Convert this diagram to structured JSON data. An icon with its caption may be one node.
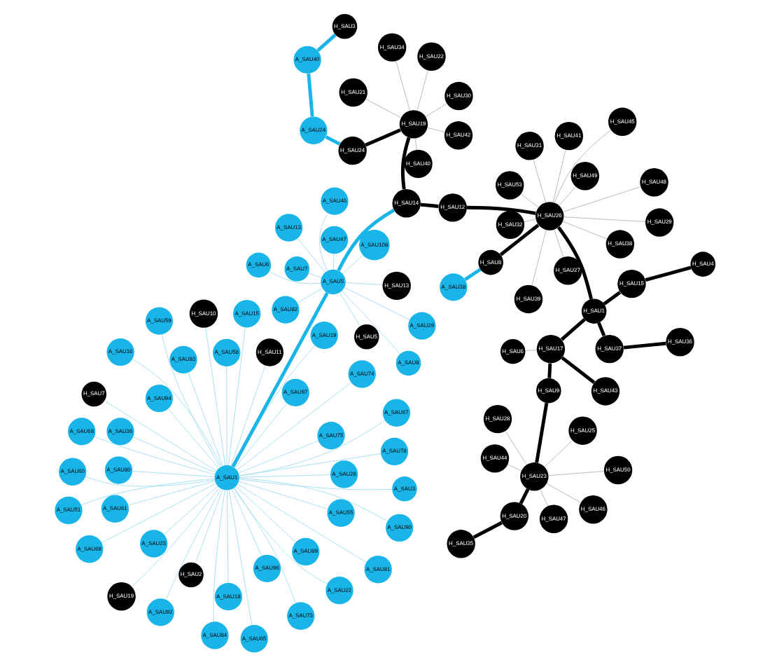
{
  "diagram": {
    "nodes": [
      {
        "text": [
          "A_SAU1"
        ]
      },
      {
        "text": [
          "A_SAU78"
        ]
      },
      {
        "text": [
          "A_SAU81"
        ]
      },
      {
        "text": [
          "A_SAU18"
        ]
      },
      {
        "text": [
          "A_SAU23"
        ]
      },
      {
        "text": [
          "A_SAU22"
        ]
      },
      {
        "text": [
          "A_SAU84"
        ]
      },
      {
        "text": [
          "A_SAU96"
        ]
      },
      {
        "text": [
          "A_SAU36"
        ]
      },
      {
        "text": [
          "A_SAU51"
        ]
      },
      {
        "text": [
          "A_SAU94"
        ]
      },
      {
        "text": [
          "A_SAU58"
        ]
      },
      {
        "text": [
          "A_SAU60"
        ]
      },
      {
        "text": [
          "A_SAU68"
        ]
      },
      {
        "text": [
          "A_SAU83"
        ]
      },
      {
        "text": [
          "A_SAU15"
        ]
      },
      {
        "text": [
          "A_SAU75"
        ]
      },
      {
        "text": [
          "A_SAU90"
        ]
      },
      {
        "text": [
          "A_SAU55"
        ]
      },
      {
        "text": [
          "A_SAU92"
        ]
      },
      {
        "text": [
          "H_SAU19"
        ]
      },
      {
        "text": [
          "H_SAU2"
        ]
      },
      {
        "text": [
          "A_SAU59"
        ]
      },
      {
        "text": [
          "A_SAU61"
        ]
      },
      {
        "text": [
          "A_SAU16"
        ]
      },
      {
        "text": [
          "A_SAU67"
        ]
      },
      {
        "text": [
          "H_SAU10"
        ]
      },
      {
        "text": [
          "A_SAU65"
        ]
      },
      {
        "text": [
          "A_SAU73"
        ]
      },
      {
        "text": [
          "A_SAU89"
        ]
      },
      {
        "text": [
          "A_SAU28"
        ]
      },
      {
        "text": [
          "A_SAU80"
        ]
      },
      {
        "text": [
          "H_SAU11"
        ]
      },
      {
        "text": [
          "H_SAU7"
        ]
      },
      {
        "text": [
          "A_SAU19"
        ]
      },
      {
        "text": [
          "A_SAU97"
        ]
      },
      {
        "text": [
          "A_SAU3"
        ]
      },
      {
        "text": [
          "A_SAU74"
        ]
      },
      {
        "text": [
          "A_SAU69"
        ]
      },
      {
        "text": [
          "A_SAU5"
        ]
      },
      {
        "text": [
          "A_SAU47"
        ]
      },
      {
        "text": [
          "A_SAU29"
        ]
      },
      {
        "text": [
          "A_SAU108"
        ]
      },
      {
        "text": [
          "A_SAU13"
        ]
      },
      {
        "text": [
          "H_SAU5"
        ]
      },
      {
        "text": [
          "A_SAU82"
        ]
      },
      {
        "text": [
          "A_SAU6"
        ]
      },
      {
        "text": [
          "A_SAU8"
        ]
      },
      {
        "text": [
          "A_SAU7"
        ]
      },
      {
        "text": [
          "A_SAU46"
        ]
      },
      {
        "text": [
          "H_SAU13"
        ]
      },
      {
        "text": [
          "H_SAU14"
        ]
      },
      {
        "text": [
          "H_SAU19"
        ]
      },
      {
        "text": [
          "H_SAU22"
        ]
      },
      {
        "text": [
          "H_SAU42"
        ]
      },
      {
        "text": [
          "H_SAU40"
        ]
      },
      {
        "text": [
          "H_SAU21"
        ]
      },
      {
        "text": [
          "H_SAU30"
        ]
      },
      {
        "text": [
          "H_SAU34"
        ]
      },
      {
        "text": [
          "H_SAU24"
        ]
      },
      {
        "text": [
          "A_SAU24"
        ]
      },
      {
        "text": [
          "A_SAU40"
        ]
      },
      {
        "text": [
          "H_SAU3"
        ]
      },
      {
        "text": [
          "H_SAU12"
        ]
      },
      {
        "text": [
          "H_SAU26"
        ]
      },
      {
        "text": [
          "H_SAU39"
        ]
      },
      {
        "text": [
          "H_SAU53"
        ]
      },
      {
        "text": [
          "H_SAU49"
        ]
      },
      {
        "text": [
          "H_SAU29"
        ]
      },
      {
        "text": [
          "H_SAU45"
        ]
      },
      {
        "text": [
          "H_SAU31"
        ]
      },
      {
        "text": [
          "H_SAU41"
        ]
      },
      {
        "text": [
          "H_SAU48"
        ]
      },
      {
        "text": [
          "H_SAU38"
        ]
      },
      {
        "text": [
          "H_SAU32"
        ]
      },
      {
        "text": [
          "H_SAU27"
        ]
      },
      {
        "text": [
          "H_SAU8"
        ]
      },
      {
        "text": [
          "A_SAU38"
        ]
      },
      {
        "text": [
          "H_SAU1"
        ]
      },
      {
        "text": [
          "H_SAU37"
        ]
      },
      {
        "text": [
          "H_SAU36"
        ]
      },
      {
        "text": [
          "H_SAU15"
        ]
      },
      {
        "text": [
          "H_SAU4"
        ]
      },
      {
        "text": [
          "H_SAU17"
        ]
      },
      {
        "text": [
          "H_SAU6"
        ]
      },
      {
        "text": [
          "H_SAU43"
        ]
      },
      {
        "text": [
          "H_SAU9"
        ]
      },
      {
        "text": [
          "H_SAU23"
        ]
      },
      {
        "text": [
          "H_SAU20"
        ]
      },
      {
        "text": [
          "H_SAU35"
        ]
      },
      {
        "text": [
          "H_SAU50"
        ]
      },
      {
        "text": [
          "H_SAU44"
        ]
      },
      {
        "text": [
          "H_SAU46"
        ]
      },
      {
        "text": [
          "H_SAU25"
        ]
      },
      {
        "text": [
          "H_SAU47"
        ]
      },
      {
        "text": [
          "H_SAU28"
        ]
      }
    ],
    "edges": [
      {
        "from": 0,
        "to": 1,
        "arrow": "none"
      },
      {
        "from": 0,
        "to": 2,
        "arrow": "none"
      },
      {
        "from": 0,
        "to": 3,
        "arrow": "none"
      },
      {
        "from": 0,
        "to": 4,
        "arrow": "none"
      },
      {
        "from": 0,
        "to": 5,
        "arrow": "none"
      },
      {
        "from": 0,
        "to": 6,
        "arrow": "none"
      },
      {
        "from": 0,
        "to": 7,
        "arrow": "none"
      },
      {
        "from": 0,
        "to": 8,
        "arrow": "none"
      },
      {
        "from": 0,
        "to": 9,
        "arrow": "none"
      },
      {
        "from": 0,
        "to": 10,
        "arrow": "none"
      },
      {
        "from": 0,
        "to": 11,
        "arrow": "none"
      },
      {
        "from": 0,
        "to": 12,
        "arrow": "none"
      },
      {
        "from": 0,
        "to": 13,
        "arrow": "none"
      },
      {
        "from": 0,
        "to": 14,
        "arrow": "none"
      },
      {
        "from": 0,
        "to": 15,
        "arrow": "none"
      },
      {
        "from": 0,
        "to": 16,
        "arrow": "none"
      },
      {
        "from": 0,
        "to": 17,
        "arrow": "none"
      },
      {
        "from": 0,
        "to": 18,
        "arrow": "none"
      },
      {
        "from": 0,
        "to": 19,
        "arrow": "none"
      },
      {
        "from": 0,
        "to": 20,
        "arrow": "none"
      },
      {
        "from": 0,
        "to": 21,
        "arrow": "none"
      },
      {
        "from": 0,
        "to": 22,
        "arrow": "none"
      },
      {
        "from": 0,
        "to": 23,
        "arrow": "none"
      },
      {
        "from": 0,
        "to": 24,
        "arrow": "none"
      },
      {
        "from": 0,
        "to": 25,
        "arrow": "none"
      },
      {
        "from": 0,
        "to": 26,
        "arrow": "none"
      },
      {
        "from": 0,
        "to": 27,
        "arrow": "none"
      },
      {
        "from": 0,
        "to": 28,
        "arrow": "none"
      },
      {
        "from": 0,
        "to": 29,
        "arrow": "none"
      },
      {
        "from": 0,
        "to": 30,
        "arrow": "none"
      },
      {
        "from": 0,
        "to": 31,
        "arrow": "none"
      },
      {
        "from": 0,
        "to": 32,
        "arrow": "none"
      },
      {
        "from": 0,
        "to": 33,
        "arrow": "none"
      },
      {
        "from": 0,
        "to": 34,
        "arrow": "none"
      },
      {
        "from": 0,
        "to": 35,
        "arrow": "none"
      },
      {
        "from": 0,
        "to": 36,
        "arrow": "none"
      },
      {
        "from": 0,
        "to": 37,
        "arrow": "none"
      },
      {
        "from": 0,
        "to": 38,
        "arrow": "none"
      },
      {
        "from": 0,
        "to": 39,
        "arrow": "none",
        "style": "thick",
        "color": "#1ab5e8"
      },
      {
        "from": 39,
        "to": 40,
        "arrow": "none"
      },
      {
        "from": 39,
        "to": 41,
        "arrow": "none"
      },
      {
        "from": 39,
        "to": 42,
        "arrow": "none"
      },
      {
        "from": 39,
        "to": 43,
        "arrow": "none"
      },
      {
        "from": 39,
        "to": 44,
        "arrow": "none"
      },
      {
        "from": 39,
        "to": 45,
        "arrow": "none"
      },
      {
        "from": 39,
        "to": 46,
        "arrow": "none"
      },
      {
        "from": 39,
        "to": 47,
        "arrow": "none"
      },
      {
        "from": 39,
        "to": 48,
        "arrow": "none"
      },
      {
        "from": 39,
        "to": 49,
        "arrow": "none"
      },
      {
        "from": 39,
        "to": 50,
        "arrow": "none"
      },
      {
        "from": 39,
        "to": 51,
        "arrow": "none",
        "style": "thick",
        "color": "#1ab5e8"
      },
      {
        "from": 51,
        "to": 52,
        "arrow": "none",
        "style": "thick",
        "color": "#000000"
      },
      {
        "from": 52,
        "to": 53,
        "arrow": "none",
        "color": "#a6a6a6"
      },
      {
        "from": 52,
        "to": 54,
        "arrow": "none",
        "color": "#a6a6a6"
      },
      {
        "from": 52,
        "to": 55,
        "arrow": "none",
        "color": "#a6a6a6"
      },
      {
        "from": 52,
        "to": 56,
        "arrow": "none",
        "color": "#a6a6a6"
      },
      {
        "from": 52,
        "to": 57,
        "arrow": "none",
        "color": "#a6a6a6"
      },
      {
        "from": 52,
        "to": 58,
        "arrow": "none",
        "color": "#a6a6a6"
      },
      {
        "from": 52,
        "to": 59,
        "arrow": "none",
        "style": "thick",
        "color": "#000000"
      },
      {
        "from": 59,
        "to": 60,
        "arrow": "none",
        "style": "thick",
        "color": "#1ab5e8"
      },
      {
        "from": 60,
        "to": 61,
        "arrow": "none",
        "style": "thick",
        "color": "#1ab5e8"
      },
      {
        "from": 61,
        "to": 62,
        "arrow": "none",
        "style": "thick",
        "color": "#1ab5e8"
      },
      {
        "from": 51,
        "to": 63,
        "arrow": "none",
        "style": "thick",
        "color": "#000000"
      },
      {
        "from": 63,
        "to": 64,
        "arrow": "none",
        "style": "thick",
        "color": "#000000"
      },
      {
        "from": 64,
        "to": 65,
        "arrow": "none",
        "color": "#a6a6a6"
      },
      {
        "from": 64,
        "to": 66,
        "arrow": "none",
        "color": "#a6a6a6"
      },
      {
        "from": 64,
        "to": 67,
        "arrow": "none",
        "color": "#a6a6a6"
      },
      {
        "from": 64,
        "to": 68,
        "arrow": "none",
        "color": "#a6a6a6"
      },
      {
        "from": 64,
        "to": 69,
        "arrow": "none",
        "color": "#a6a6a6"
      },
      {
        "from": 64,
        "to": 70,
        "arrow": "none",
        "color": "#a6a6a6"
      },
      {
        "from": 64,
        "to": 71,
        "arrow": "none",
        "color": "#a6a6a6"
      },
      {
        "from": 64,
        "to": 72,
        "arrow": "none",
        "color": "#a6a6a6"
      },
      {
        "from": 64,
        "to": 73,
        "arrow": "none",
        "color": "#a6a6a6"
      },
      {
        "from": 64,
        "to": 74,
        "arrow": "none",
        "color": "#a6a6a6"
      },
      {
        "from": 64,
        "to": 75,
        "arrow": "none",
        "color": "#a6a6a6"
      },
      {
        "from": 64,
        "to": 76,
        "arrow": "none",
        "style": "thick",
        "color": "#000000"
      },
      {
        "from": 76,
        "to": 77,
        "arrow": "none",
        "style": "thick",
        "color": "#1ab5e8"
      },
      {
        "from": 64,
        "to": 78,
        "arrow": "none",
        "style": "thick",
        "color": "#000000"
      },
      {
        "from": 78,
        "to": 79,
        "arrow": "none",
        "style": "thick",
        "color": "#000000"
      },
      {
        "from": 79,
        "to": 80,
        "arrow": "none",
        "style": "thick",
        "color": "#000000"
      },
      {
        "from": 78,
        "to": 81,
        "arrow": "none",
        "style": "thick",
        "color": "#000000"
      },
      {
        "from": 81,
        "to": 82,
        "arrow": "none",
        "style": "thick",
        "color": "#000000"
      },
      {
        "from": 78,
        "to": 83,
        "arrow": "none",
        "style": "thick",
        "color": "#000000"
      },
      {
        "from": 83,
        "to": 84,
        "arrow": "none",
        "color": "#a6a6a6"
      },
      {
        "from": 83,
        "to": 85,
        "arrow": "none",
        "style": "thick",
        "color": "#000000"
      },
      {
        "from": 83,
        "to": 86,
        "arrow": "none",
        "style": "thick",
        "color": "#000000"
      },
      {
        "from": 86,
        "to": 87,
        "arrow": "none",
        "style": "thick",
        "color": "#000000"
      },
      {
        "from": 87,
        "to": 88,
        "arrow": "none",
        "style": "thick",
        "color": "#000000"
      },
      {
        "from": 88,
        "to": 89,
        "arrow": "none",
        "style": "thick",
        "color": "#000000"
      },
      {
        "from": 87,
        "to": 90,
        "arrow": "none",
        "color": "#a6a6a6"
      },
      {
        "from": 87,
        "to": 91,
        "arrow": "none",
        "color": "#a6a6a6"
      },
      {
        "from": 87,
        "to": 92,
        "arrow": "none",
        "color": "#a6a6a6"
      },
      {
        "from": 87,
        "to": 93,
        "arrow": "none",
        "color": "#a6a6a6"
      },
      {
        "from": 87,
        "to": 94,
        "arrow": "none",
        "color": "#a6a6a6"
      },
      {
        "from": 87,
        "to": 95,
        "arrow": "none",
        "color": "#a6a6a6"
      }
    ]
  }
}
